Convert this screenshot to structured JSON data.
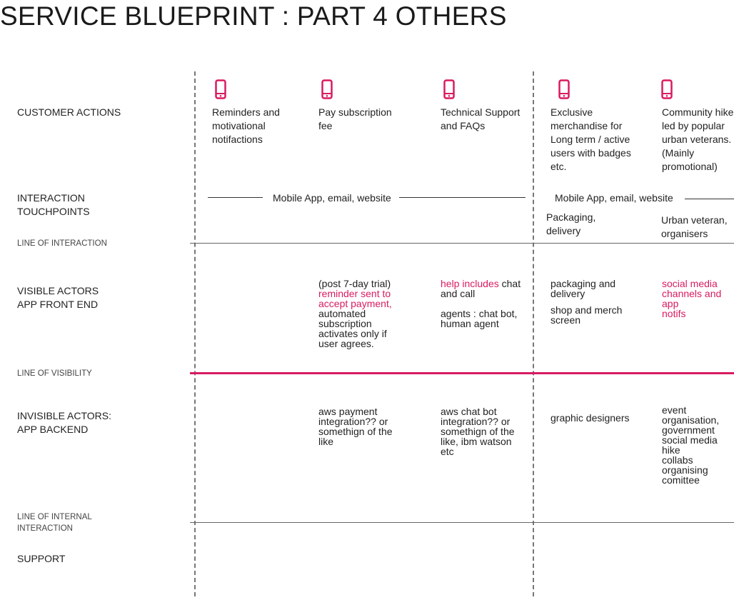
{
  "title": "SERVICE BLUEPRINT : PART 4 OTHERS",
  "rows": {
    "customer_actions": "CUSTOMER ACTIONS",
    "interaction_touchpoints": "INTERACTION\nTOUCHPOINTS",
    "line_of_interaction": "LINE OF INTERACTION",
    "visible_actors": "VISIBLE  ACTORS\nAPP FRONT END",
    "line_of_visibility": "LINE OF VISIBILITY",
    "invisible_actors": "INVISIBLE ACTORS:\nAPP BACKEND",
    "line_of_internal_interaction": "LINE OF INTERNAL\nINTERACTION",
    "support": "SUPPORT"
  },
  "icons": [
    "phone-icon",
    "phone-icon",
    "phone-icon",
    "phone-icon",
    "phone-icon"
  ],
  "colors": {
    "accent": "#d81b60",
    "line": "#666666",
    "text": "#222222"
  },
  "customer_actions": [
    "Reminders and\nmotivational\nnotifactions",
    "Pay subscription\nfee",
    "Technical Support\nand FAQs",
    "Exclusive\nmerchandise for\nLong term / active\nusers with badges\netc.",
    "Community hike\nled by popular\nurban veterans.\n(Mainly\npromotional)"
  ],
  "touchpoints": {
    "group1": "Mobile App, email, website",
    "group2": "Mobile App, email, website",
    "packaging": "Packaging,\ndelivery",
    "urban_veteran": "Urban veteran,\norganisers"
  },
  "visible_actors": {
    "col2_pre": "(post 7-day trial)",
    "col2_pink": " reminder sent to\naccept payment,",
    "col2_post": "automated\nsubscription\nactivates only if\nuser agrees.",
    "col3_pink": "help includes",
    "col3_rest": " chat\nand call",
    "col3_agents": "agents : chat bot,\nhuman agent",
    "col4_a": "packaging and\ndelivery",
    "col4_b": "shop and merch\nscreen",
    "col5_pink": "social media\nchannels and app\nnotifs"
  },
  "invisible_actors": {
    "col2": "aws payment\nintegration?? or\nsomethign of the\nlike",
    "col3": "aws chat bot\nintegration?? or\nsomethign of the\nlike, ibm watson\netc",
    "col4": "graphic designers",
    "col5_a": "event\norganisation,\ngovernment\nsocial media hike\ncollabs",
    "col5_b": "organising\ncomittee"
  }
}
